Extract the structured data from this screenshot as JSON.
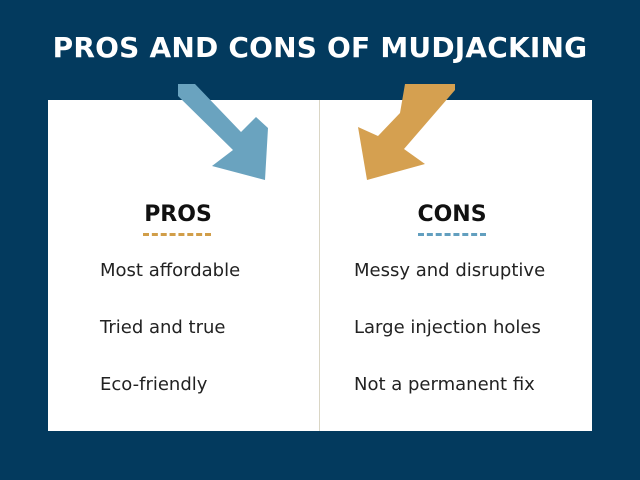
{
  "title": "PROS AND CONS OF MUDJACKING",
  "colors": {
    "background": "#033a5e",
    "card": "#ffffff",
    "text": "#222222",
    "heading_text": "#111111",
    "divider": "#dad6c5",
    "pros_accent": "#d19e49",
    "cons_accent": "#629fbf",
    "pros_arrow": "#6aa3bf",
    "cons_arrow": "#d5a050"
  },
  "icons": {
    "pros_arrow": "arrow-down-right-icon",
    "cons_arrow": "arrow-down-left-icon"
  },
  "pros": {
    "heading": "PROS",
    "items": [
      "Most affordable",
      "Tried and true",
      "Eco-friendly"
    ]
  },
  "cons": {
    "heading": "CONS",
    "items": [
      "Messy and disruptive",
      "Large injection holes",
      "Not a permanent fix"
    ]
  }
}
